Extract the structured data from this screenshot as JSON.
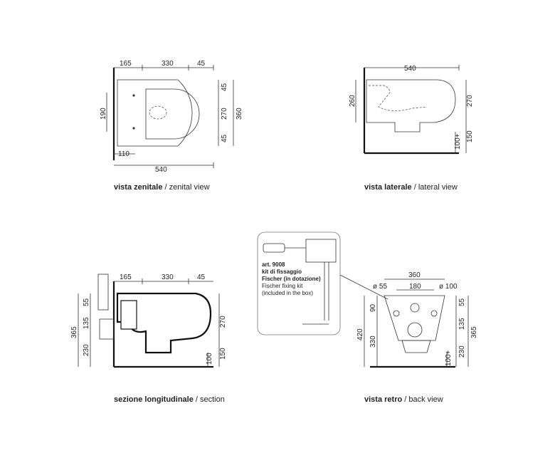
{
  "views": {
    "zenital": {
      "caption_bold": "vista zenitale",
      "caption_rest": " / zenital view",
      "dims": {
        "d165": "165",
        "d330": "330",
        "d45": "45",
        "d190": "190",
        "d45a": "45",
        "d270": "270",
        "d360": "360",
        "d45b": "45",
        "d110": "110",
        "d540": "540"
      }
    },
    "laterale": {
      "caption_bold": "vista laterale",
      "caption_rest": " / lateral view",
      "dims": {
        "d540": "540",
        "d260": "260",
        "d270": "270",
        "d150": "150",
        "d100": "100+"
      }
    },
    "sezione": {
      "caption_bold": "sezione longitudinale",
      "caption_rest": " / section",
      "dims": {
        "d165": "165",
        "d330": "330",
        "d45": "45",
        "d55": "55",
        "d135": "135",
        "d365": "365",
        "d230": "230",
        "d270": "270",
        "d150": "150",
        "d100": "100"
      }
    },
    "retro": {
      "caption_bold": "vista retro",
      "caption_rest": " / back view",
      "dims": {
        "d360": "360",
        "d55": "ø 55",
        "d180": "180",
        "d100dia": "ø 100",
        "d90": "90",
        "d420": "420",
        "d330": "330",
        "d55r": "55",
        "d135": "135",
        "d230": "230",
        "d365": "365",
        "d100": "100+"
      }
    }
  },
  "kit": {
    "line1": "art. 9008",
    "line2": "kit di fissaggio",
    "line3": "Fischer (in dotazione)",
    "line4": "Fischer fixing kit",
    "line5": "(included in the box)"
  }
}
